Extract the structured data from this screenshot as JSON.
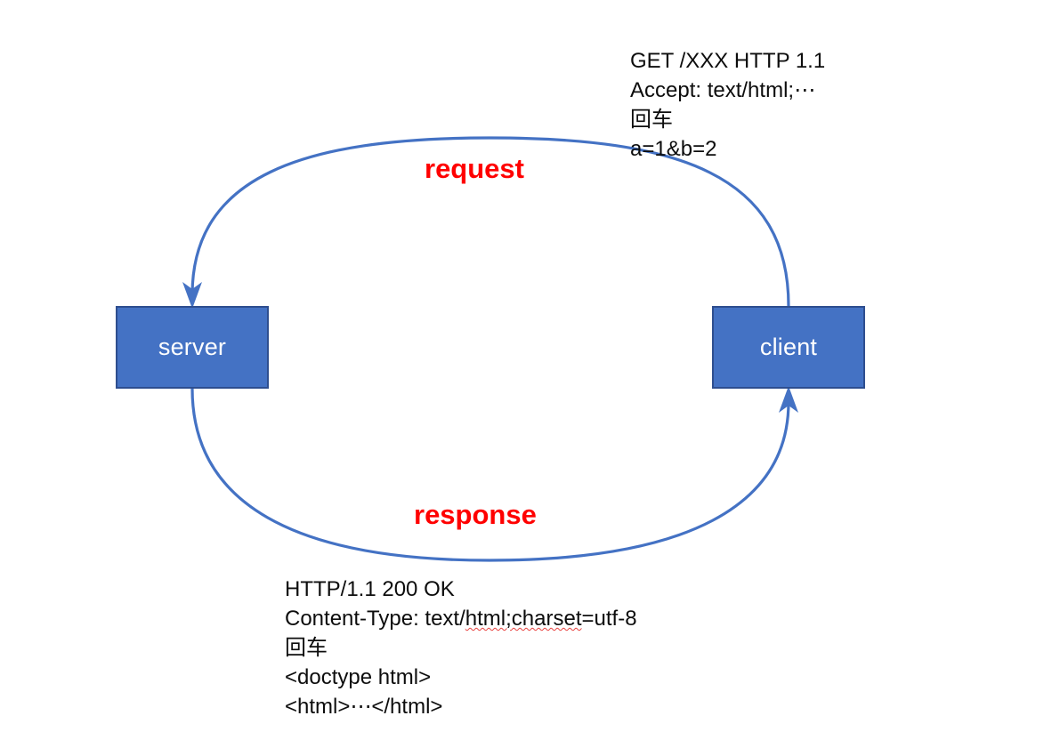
{
  "diagram": {
    "title": "HTTP request / response between client and server",
    "colors": {
      "node_fill": "#4472C4",
      "node_border": "#2E4E8F",
      "node_text": "#FFFFFF",
      "arc_stroke": "#4472C4",
      "label_text": "#FF0000",
      "body_text": "#0D0D0D",
      "spellcheck_underline": "#E8423F",
      "background": "#FFFFFF"
    },
    "nodes": [
      {
        "id": "server",
        "label": "server"
      },
      {
        "id": "client",
        "label": "client"
      }
    ],
    "arcs": [
      {
        "id": "request",
        "label": "request",
        "from": "client",
        "to": "server",
        "direction": "client-to-server",
        "arrowhead": "at-server-top"
      },
      {
        "id": "response",
        "label": "response",
        "from": "server",
        "to": "client",
        "direction": "server-to-client",
        "arrowhead": "at-client-bottom"
      }
    ],
    "messages": {
      "request": {
        "lines": [
          {
            "text": "GET /XXX HTTP 1.1"
          },
          {
            "text": "Accept: text/html;⋯"
          },
          {
            "text": "回车"
          },
          {
            "text": "a=1&b=2"
          }
        ]
      },
      "response": {
        "lines": [
          {
            "text": "HTTP/1.1 200 OK"
          },
          {
            "prefix": "Content-Type: text/",
            "misspelled": "html;charset",
            "suffix": "=utf-8"
          },
          {
            "text": "回车"
          },
          {
            "text": "<doctype html>"
          },
          {
            "text": "<html>⋯</html>"
          }
        ]
      }
    }
  }
}
